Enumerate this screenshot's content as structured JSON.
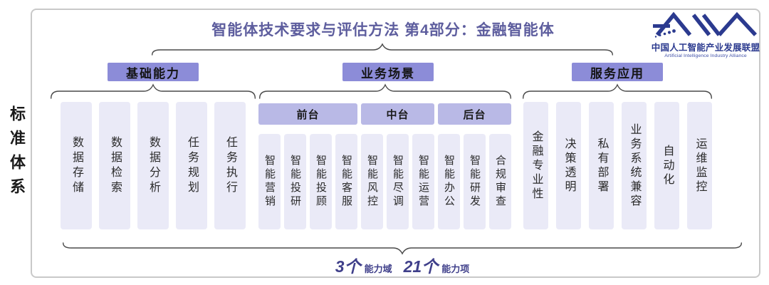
{
  "page": {
    "side_label": "标准体系",
    "title": "智能体技术要求与评估方法 第4部分：金融智能体",
    "footer": {
      "count_domains": "3个",
      "domains_label": "能力域",
      "count_items": "21个",
      "items_label": "能力项"
    }
  },
  "logo": {
    "cn": "中国人工智能产业发展联盟",
    "en": "Artificial Intelligence Industry Alliance"
  },
  "groups": [
    {
      "label": "基础能力",
      "items": [
        "数据存储",
        "数据检索",
        "数据分析",
        "任务规划",
        "任务执行"
      ]
    },
    {
      "label": "业务场景",
      "subgroups": [
        {
          "label": "前台",
          "items": [
            "智能营销",
            "智能投研",
            "智能投顾",
            "智能客服"
          ]
        },
        {
          "label": "中台",
          "items": [
            "智能风控",
            "智能尽调",
            "智能运营"
          ]
        },
        {
          "label": "后台",
          "items": [
            "智能办公",
            "智能研发",
            "合规审查"
          ]
        }
      ]
    },
    {
      "label": "服务应用",
      "items": [
        "金融专业性",
        "决策透明",
        "私有部署",
        "业务系统兼容",
        "自动化",
        "运维监控"
      ]
    }
  ],
  "summary": {
    "capability_domains": 3,
    "capability_items": 21
  },
  "colors": {
    "header_bg": "#8c8cd8",
    "subheader_bg": "#b9b9e6",
    "item_bg": "#eaeaf7",
    "title_text": "#5e5e9e",
    "footer_accent": "#3f3f8a",
    "logo_blue": "#2b3a8f",
    "brace_stroke": "#4a4a4a",
    "frame_border": "#c9c9c9"
  }
}
